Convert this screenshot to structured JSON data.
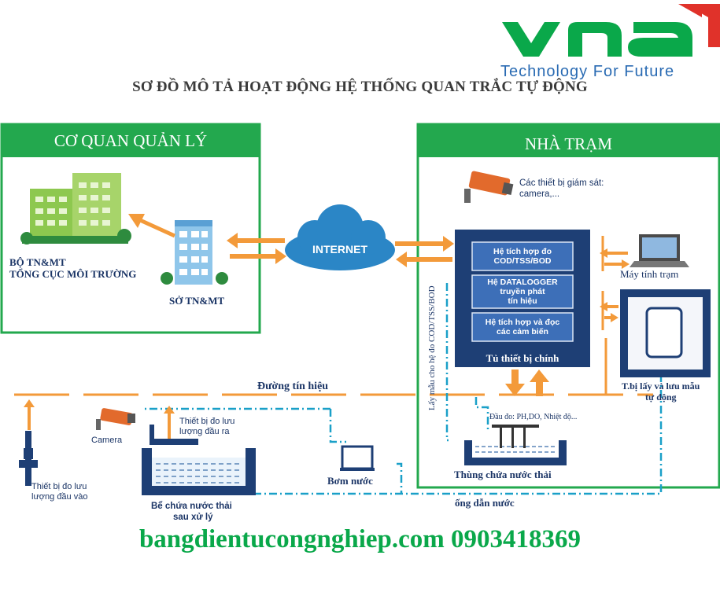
{
  "brand": {
    "logo_text": "vna",
    "tagline": "Technology For Future",
    "colors": {
      "green": "#0aa84a",
      "red": "#e0322a",
      "blue": "#2a6bb3"
    }
  },
  "title": "SƠ ĐỒ MÔ TẢ HOẠT ĐỘNG HỆ THỐNG QUAN TRẮC TỰ ĐỘNG",
  "left_panel": {
    "heading": "CƠ QUAN QUẢN LÝ",
    "ministry_label_1": "BỘ TN&MT",
    "ministry_label_2": "TỔNG CỤC MÔI TRƯỜNG",
    "department_label": "SỞ TN&MT"
  },
  "internet_label": "INTERNET",
  "right_panel": {
    "heading": "NHÀ TRẠM",
    "monitor_devices_1": "Các thiết bị giám sát:",
    "monitor_devices_2": "camera,...",
    "cabinet_modules": [
      {
        "line1": "Hệ tích hợp đo",
        "line2": "COD/TSS/BOD",
        "line3": ""
      },
      {
        "line1": "Hệ DATALOGGER",
        "line2": "truyền phát",
        "line3": "tín hiệu"
      },
      {
        "line1": "Hệ tích hợp và đọc",
        "line2": "các cảm biến",
        "line3": ""
      }
    ],
    "cabinet_label": "Tủ thiết bị chính",
    "computer_label": "Máy tính trạm",
    "sampler_label_1": "T.bị lấy và lưu mẫu",
    "sampler_label_2": "tự động",
    "vertical_label": "Lấy mẫu cho hệ đo COD/TSS/BOD",
    "probe_label": "Đầu đo: PH,DO, Nhiệt độ...",
    "tank_label": "Thùng chứa nước thải"
  },
  "signal_line_label": "Đường tín hiệu",
  "bottom": {
    "inflow_meter_1": "Thiết bị đo lưu",
    "inflow_meter_2": "lượng đầu vào",
    "camera_label": "Camera",
    "outflow_meter_1": "Thiết bị đo lưu",
    "outflow_meter_2": "lượng đầu ra",
    "treated_tank_1": "Bể chứa nước thải",
    "treated_tank_2": "sau xử lý",
    "pump_label": "Bơm nước",
    "pipe_label": "ống dẫn nước"
  },
  "footer_text": "bangdientucongnghiep.com 0903418369"
}
